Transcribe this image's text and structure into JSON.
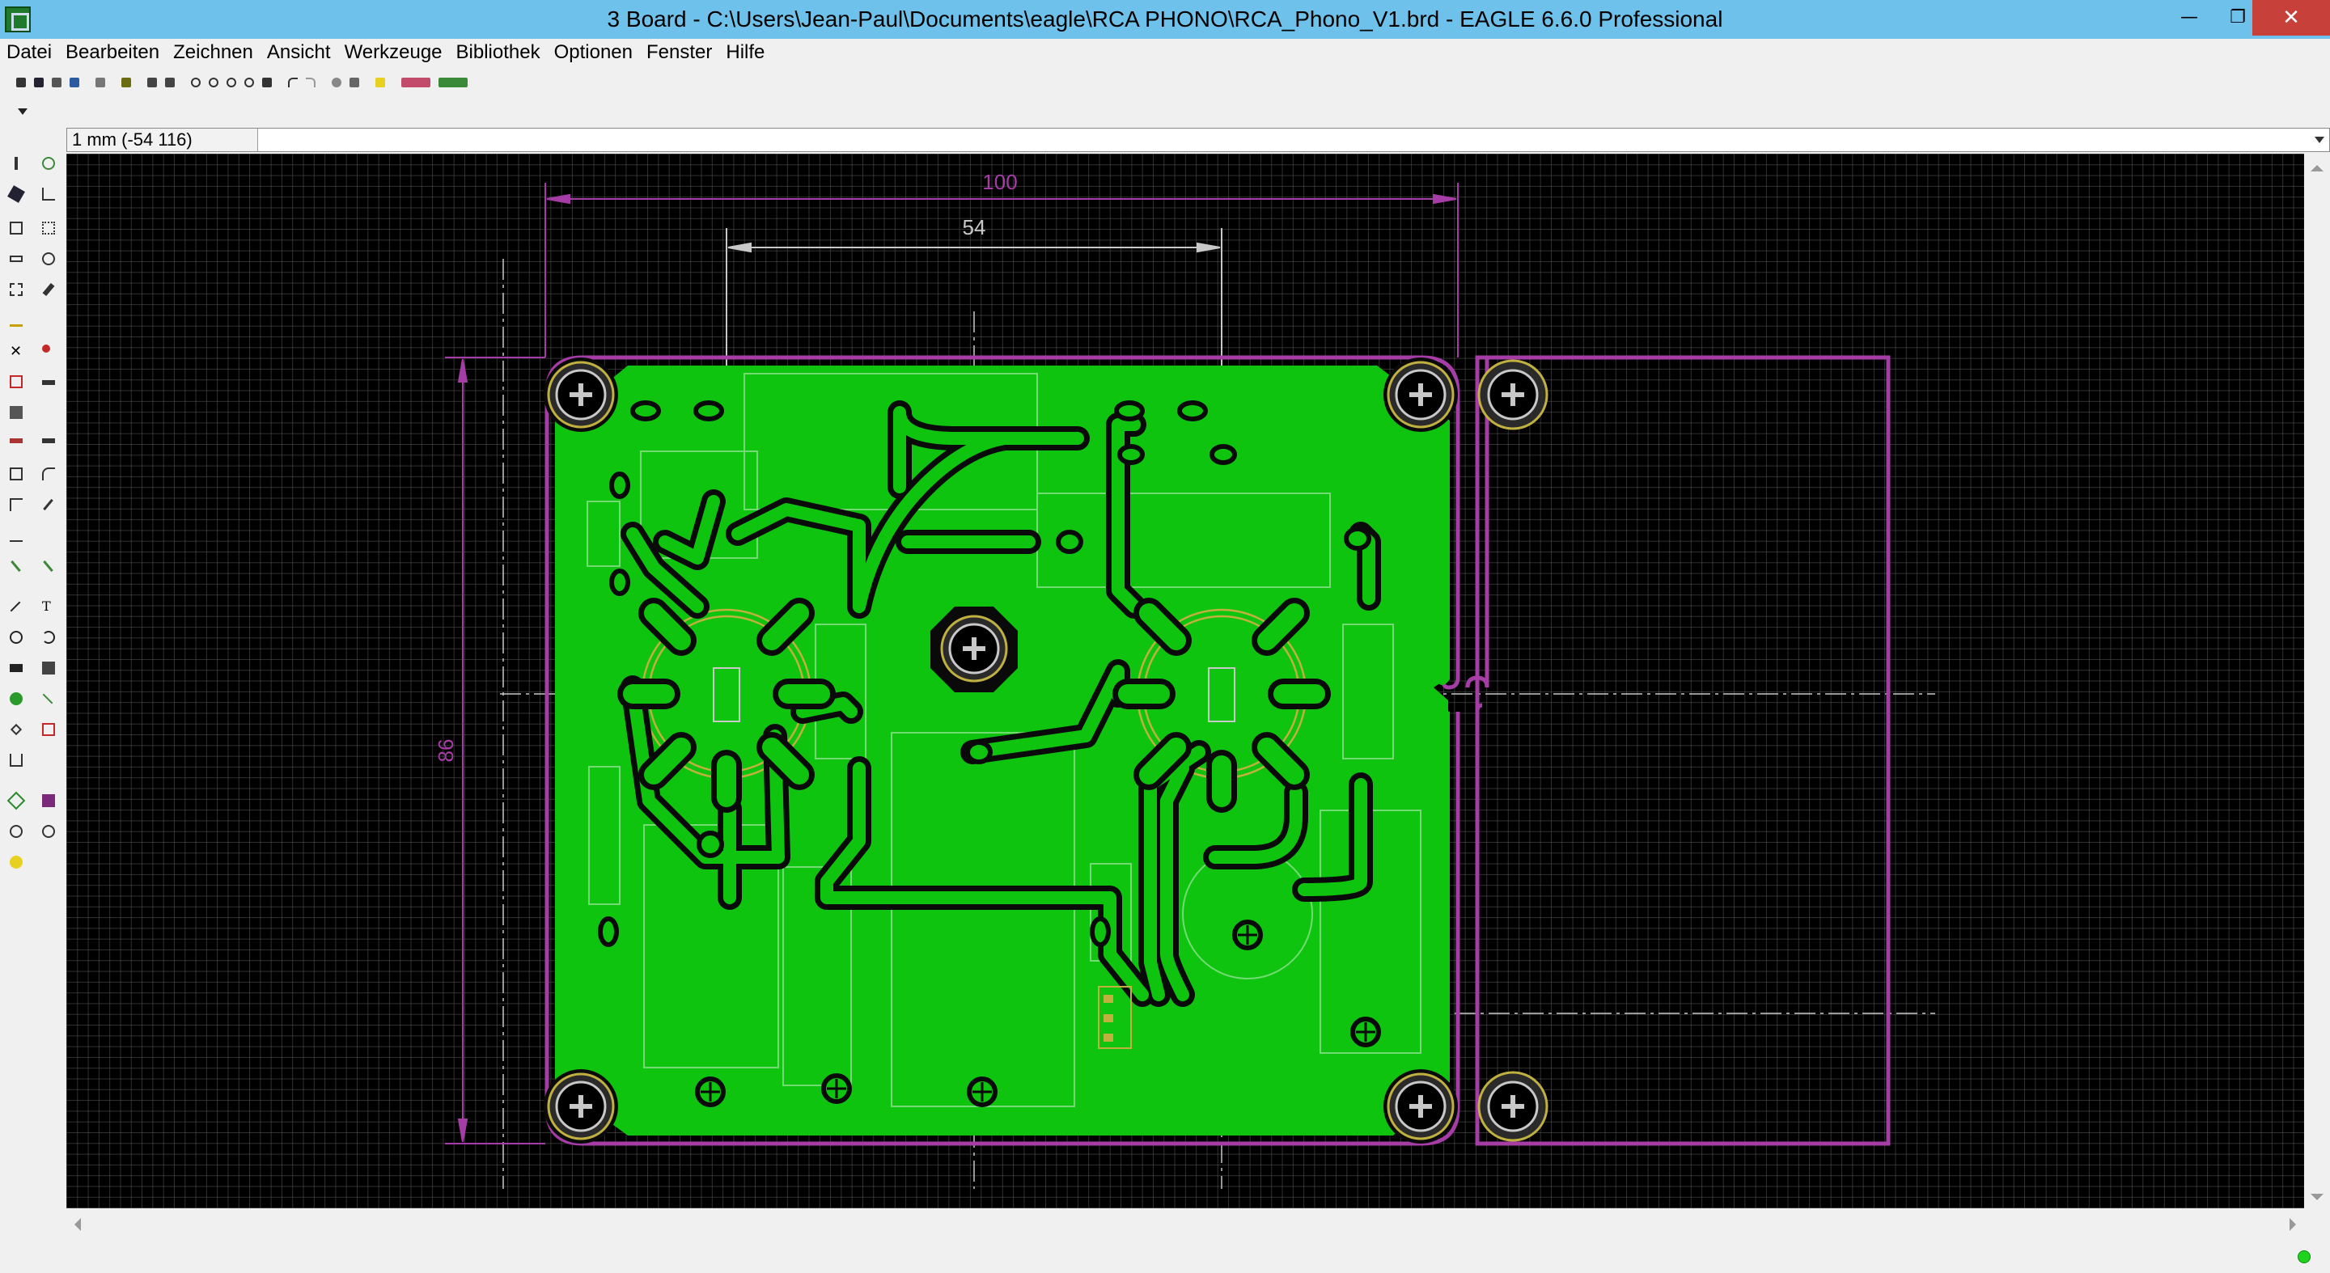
{
  "window": {
    "title": "3 Board - C:\\Users\\Jean-Paul\\Documents\\eagle\\RCA PHONO\\RCA_Phono_V1.brd - EAGLE 6.6.0 Professional",
    "min_glyph": "—",
    "max_glyph": "❐",
    "close_glyph": "✕"
  },
  "menu": [
    "Datei",
    "Bearbeiten",
    "Zeichnen",
    "Ansicht",
    "Werkzeuge",
    "Bibliothek",
    "Optionen",
    "Fenster",
    "Hilfe"
  ],
  "coordbar": {
    "coordinates": "1 mm (-54 116)",
    "command_value": ""
  },
  "board": {
    "dim_width": "100",
    "dim_inner": "54",
    "dim_height": "86"
  },
  "colors": {
    "copper_fill": "#0ec40e",
    "outline": "#a63ca6",
    "silkscreen": "#c8c8c8",
    "pad_ring": "#c0b040",
    "canvas_bg": "#000000",
    "status_led": "#1ed31e"
  }
}
